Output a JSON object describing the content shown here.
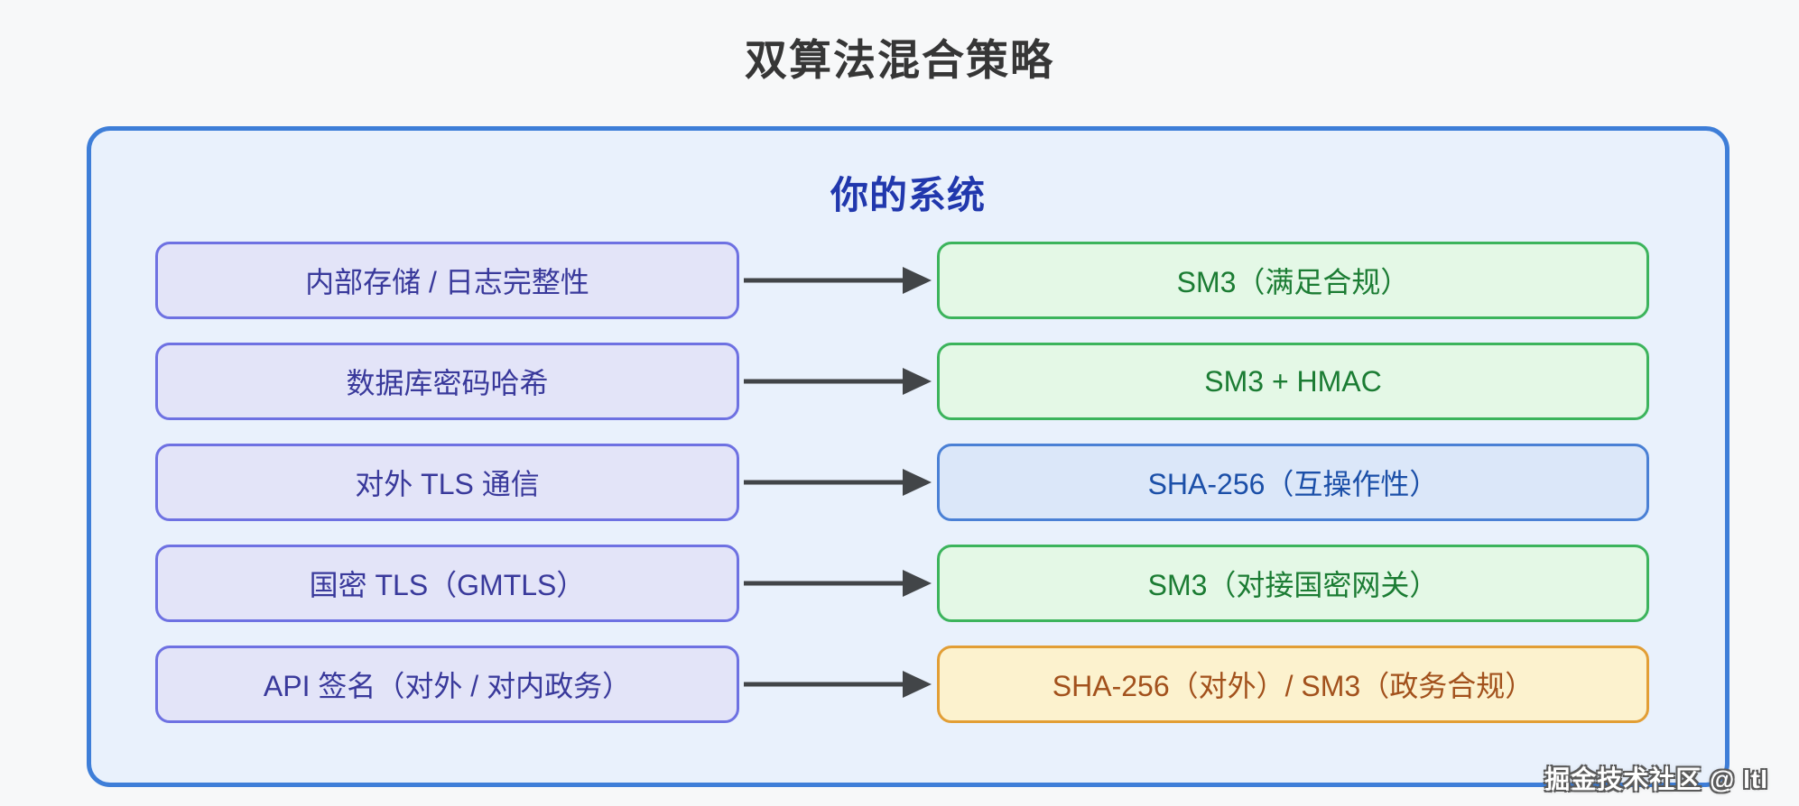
{
  "page": {
    "title": "双算法混合策略",
    "watermark": "掘金技术社区 @ ltl"
  },
  "diagram": {
    "container_title": "你的系统",
    "rows": [
      {
        "left": "内部存储 / 日志完整性",
        "right": "SM3（满足合规）",
        "right_type": "green"
      },
      {
        "left": "数据库密码哈希",
        "right": "SM3 + HMAC",
        "right_type": "green"
      },
      {
        "left": "对外 TLS 通信",
        "right": "SHA-256（互操作性）",
        "right_type": "blue"
      },
      {
        "left": "国密 TLS（GMTLS）",
        "right": "SM3（对接国密网关）",
        "right_type": "green"
      },
      {
        "left": "API 签名（对外 / 对内政务）",
        "right": "SHA-256（对外）/ SM3（政务合规）",
        "right_type": "orange"
      }
    ],
    "colors": {
      "container_border": "#3e7ed8",
      "container_fill": "#e9f1fc",
      "container_title_text": "#2138ad",
      "scenario_border": "#6e71e2",
      "scenario_fill": "#e3e4f8",
      "scenario_text": "#39399b",
      "green_border": "#3cb45c",
      "green_fill": "#e4f8e6",
      "green_text": "#1b7c33",
      "blue_border": "#4a80d5",
      "blue_fill": "#dbe7f9",
      "blue_text": "#1b4fa8",
      "orange_border": "#e29e35",
      "orange_fill": "#fcf2ce",
      "orange_text": "#a2511c",
      "arrow": "#424548",
      "page_title_text": "#363636"
    }
  }
}
